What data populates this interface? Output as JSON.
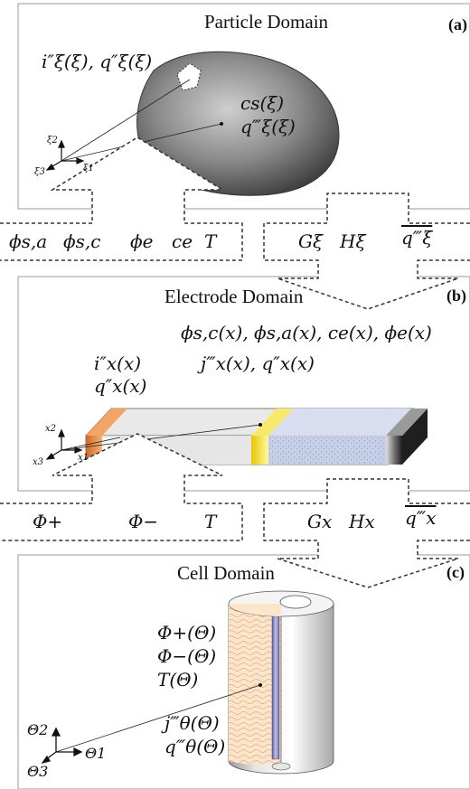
{
  "particle_domain": {
    "title": "Particle Domain",
    "tag": "(a)",
    "surface_label": "i″ξ(ξ), q″ξ(ξ)",
    "conc_label": "cs(ξ)",
    "heat_label": "q‴ξ(ξ)",
    "axes": [
      "ξ2",
      "ξ3",
      "ξ1"
    ]
  },
  "arrow_ab": {
    "down_vars": [
      "ϕs,a",
      "ϕs,c",
      "ϕe",
      "ce",
      "T"
    ],
    "up_vars": [
      "Gξ",
      "Hξ",
      "q‴ξ"
    ]
  },
  "electrode_domain": {
    "title": "Electrode Domain",
    "tag": "(b)",
    "field_vars": "ϕs,c(x), ϕs,a(x), ce(x), ϕe(x)",
    "flux_vars": "j‴x(x), q″x(x)",
    "surface_i": "i″x(x)",
    "surface_q": "q″x(x)",
    "axes": [
      "x2",
      "x3",
      "x1"
    ]
  },
  "arrow_bc": {
    "down_vars": [
      "Φ+",
      "Φ−",
      "T"
    ],
    "up_vars": [
      "Gx",
      "Hx",
      "q‴x"
    ]
  },
  "cell_domain": {
    "title": "Cell Domain",
    "tag": "(c)",
    "vars": [
      "Φ+(Θ)",
      "Φ−(Θ)",
      "T(Θ)",
      "j‴θ(Θ)",
      "q‴θ(Θ)"
    ],
    "axes": [
      "Θ2",
      "Θ1",
      "Θ3"
    ]
  },
  "colors": {
    "particle_fill": "#6a6a6a",
    "electrode_left": "#e88a3a",
    "electrode_yellow": "#f5e23a",
    "electrode_blue": "#c5cfe8",
    "electrode_dark": "#2a2a2a",
    "cell_inner": "#f8e0c3",
    "cell_rod": "#8080c8"
  }
}
